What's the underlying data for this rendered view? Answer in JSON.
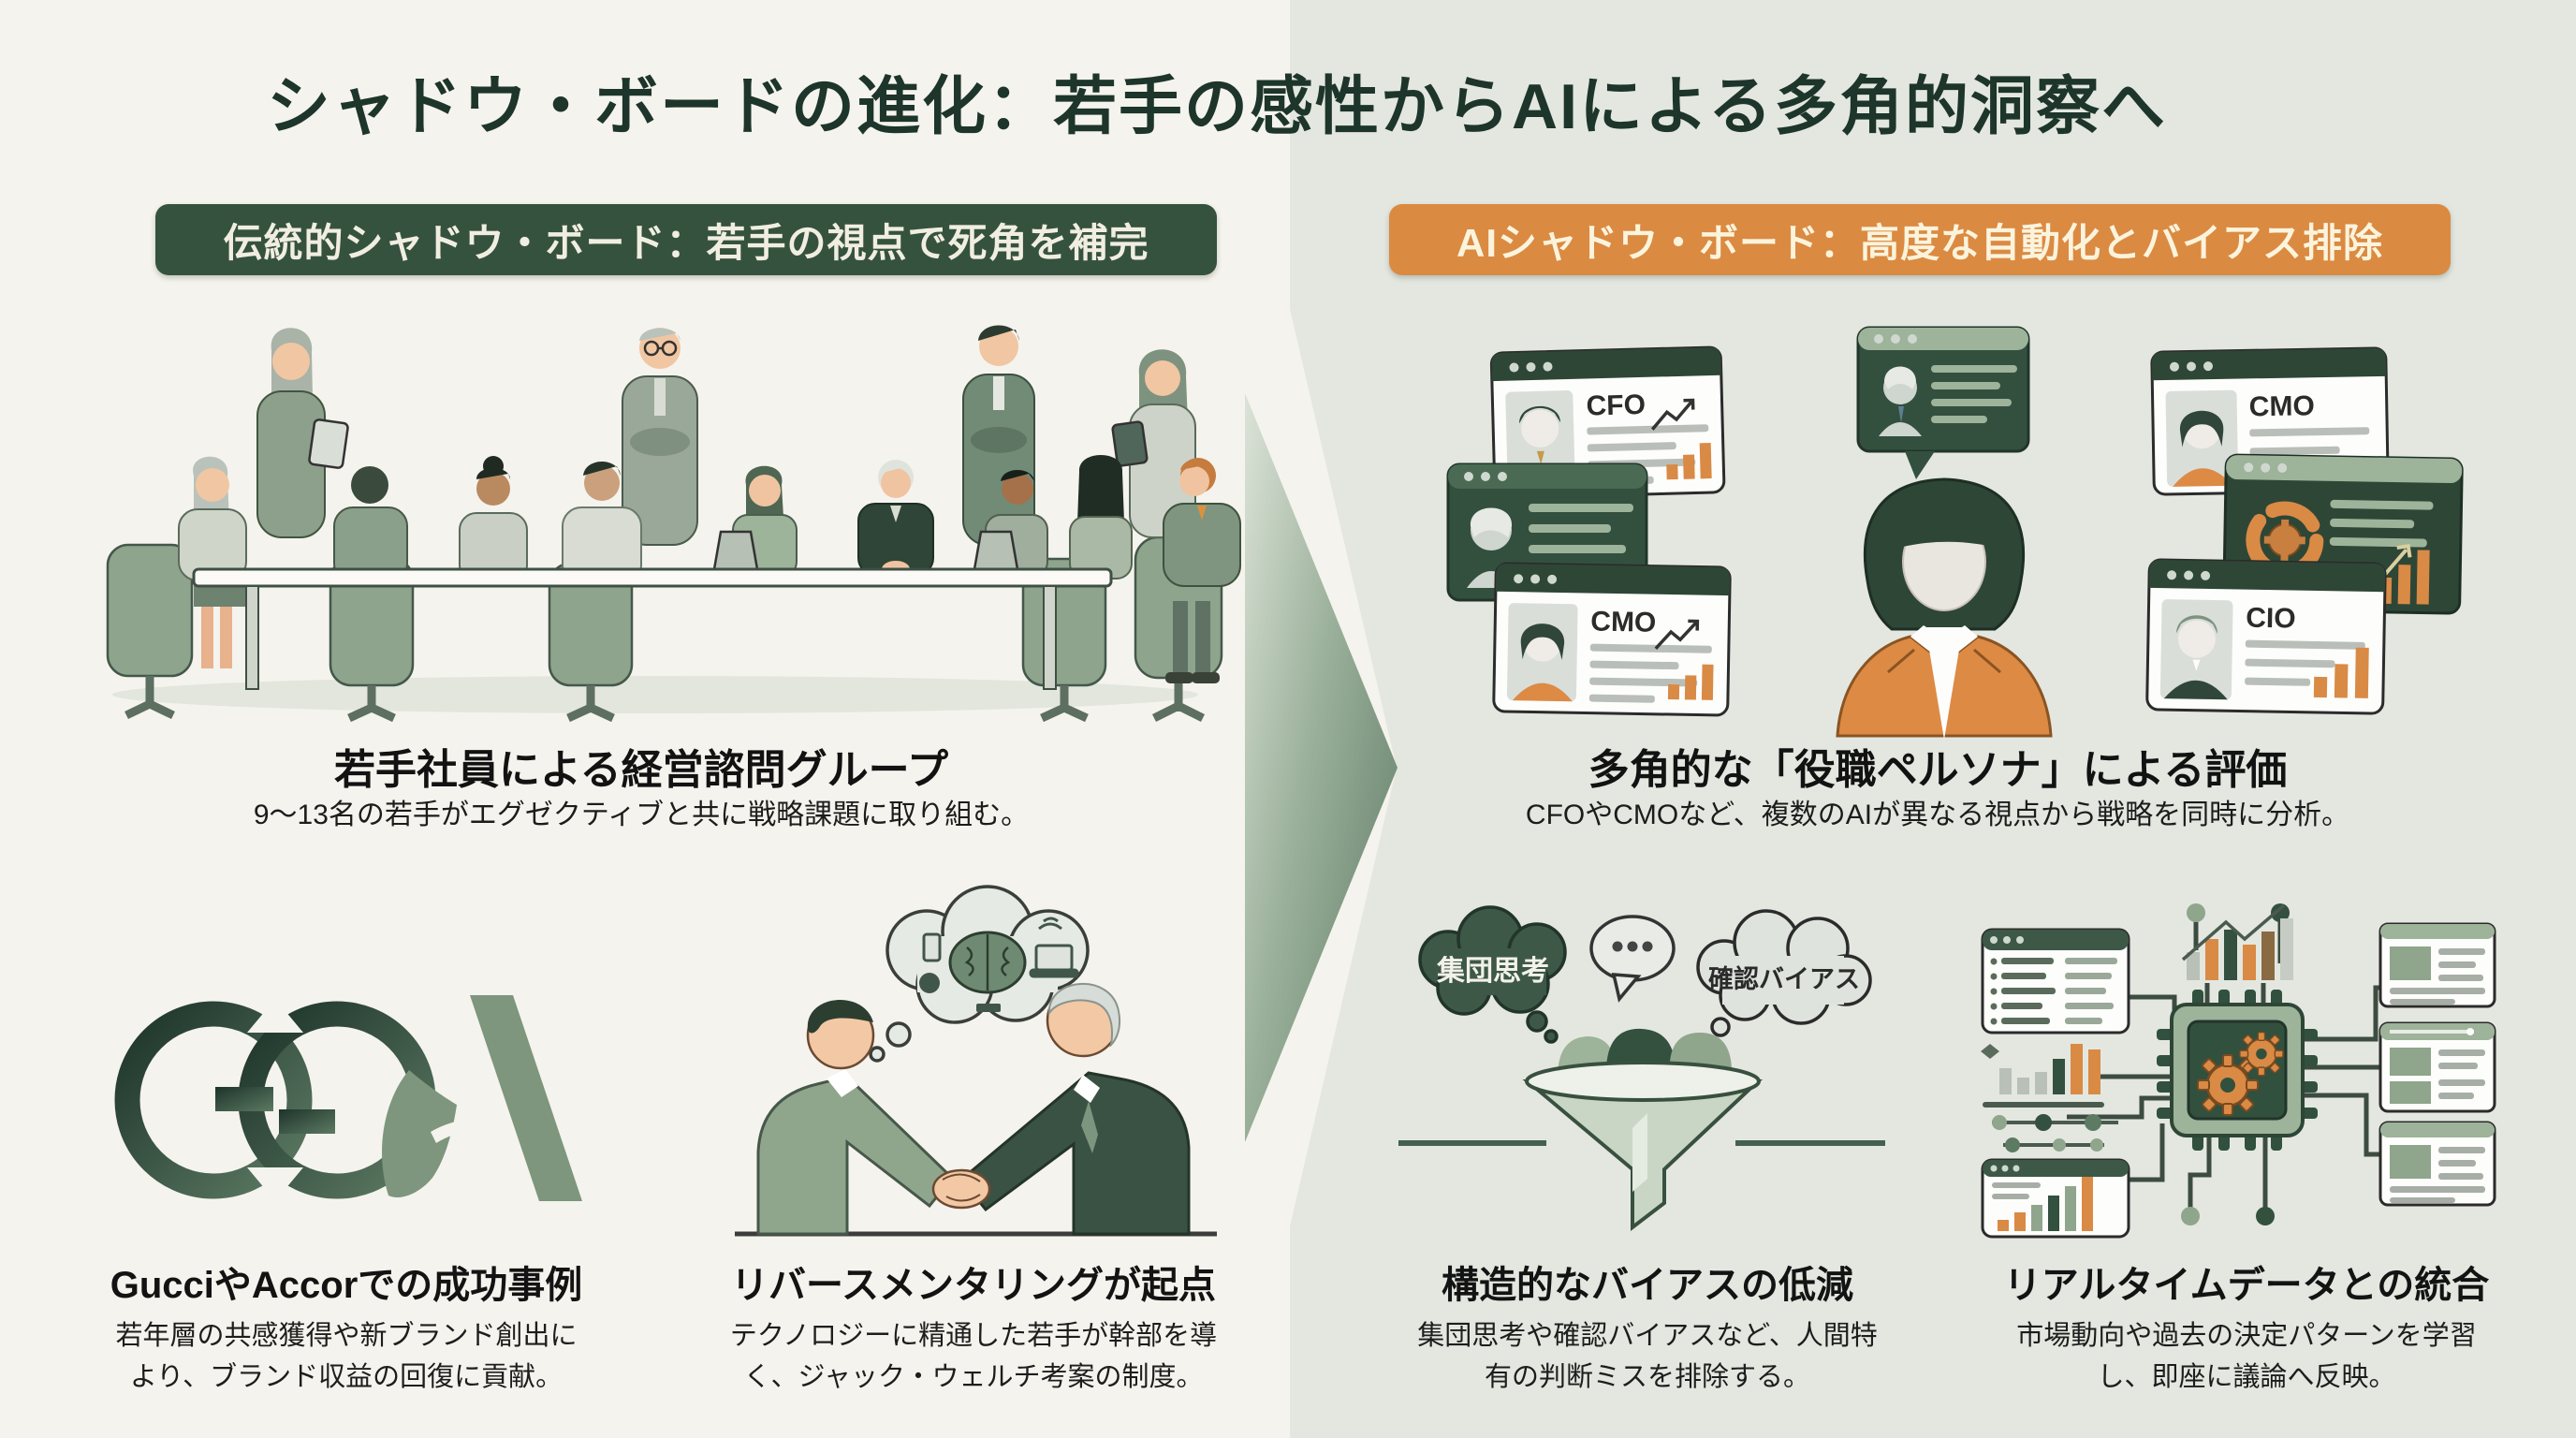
{
  "title": "シャドウ・ボードの進化：若手の感性からAIによる多角的洞察へ",
  "left_panel": {
    "header": "伝統的シャドウ・ボード：若手の視点で死角を補完",
    "meeting_caption": "若手社員による経営諮問グループ",
    "meeting_description": "9〜13名の若手がエグゼクティブと共に戦略課題に取り組む。",
    "case_caption": "GucciやAccorでの成功事例",
    "case_description": "若年層の共感獲得や新ブランド創出により、ブランド収益の回復に貢献。",
    "mentoring_caption": "リバースメンタリングが起点",
    "mentoring_description": "テクノロジーに精通した若手が幹部を導く、ジャック・ウェルチ考案の制度。"
  },
  "right_panel": {
    "header": "AIシャドウ・ボード：高度な自動化とバイアス排除",
    "personas_caption": "多角的な「役職ペルソナ」による評価",
    "personas_description": "CFOやCMOなど、複数のAIが異なる視点から戦略を同時に分析。",
    "persona_cards": {
      "cfo": "CFO",
      "cmo_left": "CMO",
      "cmo_right": "CMO",
      "cio": "CIO"
    },
    "bias_caption": "構造的なバイアスの低減",
    "bias_description": "集団思考や確認バイアスなど、人間特有の判断ミスを排除する。",
    "bias_bubbles": {
      "groupthink": "集団思考",
      "confirmation": "確認バイアス"
    },
    "realtime_caption": "リアルタイムデータとの統合",
    "realtime_description": "市場動向や過去の決定パターンを学習し、即座に議論へ反映。"
  },
  "colors": {
    "dark_green": "#2e4636",
    "sage": "#9db39a",
    "orange": "#d98a45",
    "left_bg": "#f5f3ed",
    "right_bg": "#e3e7e0"
  }
}
